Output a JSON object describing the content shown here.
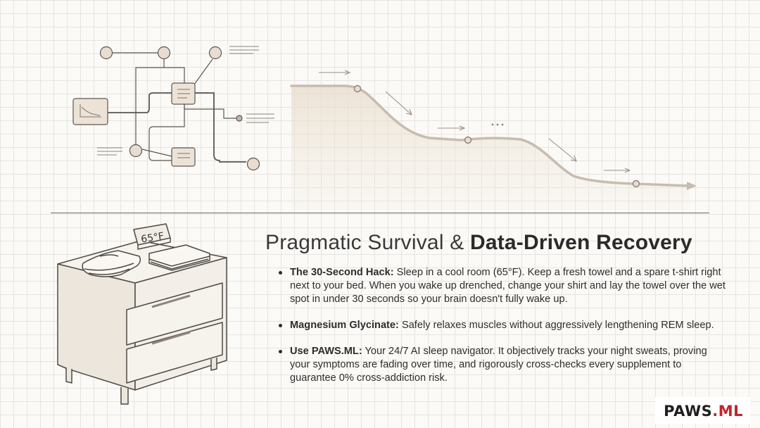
{
  "title": {
    "regular": "Pragmatic Survival & ",
    "bold": "Data-Driven Recovery"
  },
  "clock": {
    "display": "65°F"
  },
  "bullets": [
    {
      "lead": "The 30-Second Hack:",
      "text": " Sleep in a cool room (65°F). Keep a fresh towel and a spare t-shirt right next to your bed. When you wake up drenched, change your shirt and lay the towel over the wet spot in under 30 seconds so your brain doesn't fully wake up."
    },
    {
      "lead": "Magnesium Glycinate:",
      "text": " Safely relaxes muscles without aggressively lengthening REM sleep."
    },
    {
      "lead": "Use PAWS.ML:",
      "text": " Your 24/7 AI sleep navigator. It objectively tracks your night sweats, proving your symptoms are fading over time, and rigorously cross-checks every supplement to guarantee 0% cross-addiction risk."
    }
  ],
  "brand": {
    "name_a": "PAWS",
    "dot": ".",
    "name_b": "ML"
  },
  "colors": {
    "accent": "#c0262a",
    "node_fill": "#e8ddd0",
    "line": "#5b5753"
  }
}
